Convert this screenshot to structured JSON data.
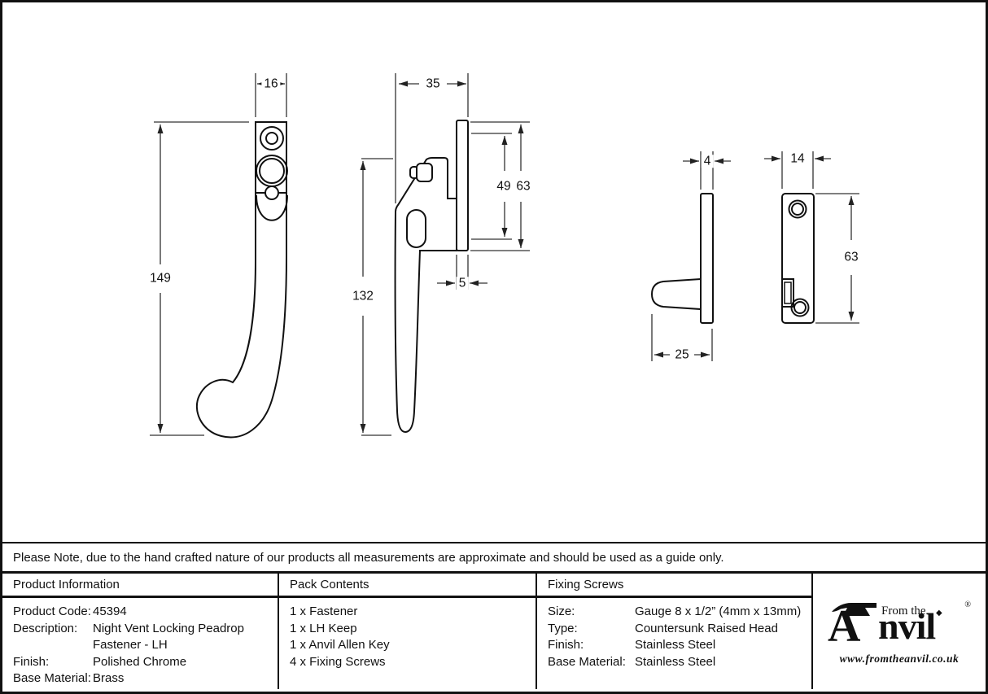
{
  "note": "Please Note, due to the hand crafted nature of our products all measurements are approximate and should be used as a guide only.",
  "dimensions": {
    "front_width": "16",
    "front_height": "149",
    "side_width": "35",
    "side_inner_height": "49",
    "side_plate_height": "63",
    "side_handle_height": "132",
    "side_plate_thickness": "5",
    "keep_side_thickness": "4",
    "keep_side_depth": "25",
    "keep_front_width": "14",
    "keep_front_height": "63"
  },
  "table": {
    "product_info": {
      "header": "Product Information",
      "rows": [
        {
          "label": "Product Code:",
          "value": "45394"
        },
        {
          "label": "Description:",
          "value": "Night Vent Locking Peadrop"
        },
        {
          "label": "",
          "value": "Fastener - LH"
        },
        {
          "label": "Finish:",
          "value": "Polished Chrome"
        },
        {
          "label": "Base Material:",
          "value": "Brass"
        }
      ]
    },
    "pack_contents": {
      "header": "Pack Contents",
      "items": [
        "1 x Fastener",
        "1 x LH Keep",
        "1 x Anvil Allen Key",
        "4 x Fixing Screws"
      ]
    },
    "fixing_screws": {
      "header": "Fixing Screws",
      "rows": [
        {
          "label": "Size:",
          "value": "Gauge 8 x 1/2” (4mm x 13mm)"
        },
        {
          "label": "Type:",
          "value": "Countersunk Raised Head"
        },
        {
          "label": "Finish:",
          "value": "Stainless Steel"
        },
        {
          "label": "Base Material:",
          "value": "Stainless Steel"
        }
      ]
    }
  },
  "logo": {
    "letter_a": "A",
    "brand_rest": "nvil",
    "tagline": "From the",
    "registered": "®",
    "website": "www.fromtheanvil.co.uk"
  },
  "colors": {
    "line": "#111111",
    "dim_line": "#333333",
    "background": "#ffffff"
  }
}
